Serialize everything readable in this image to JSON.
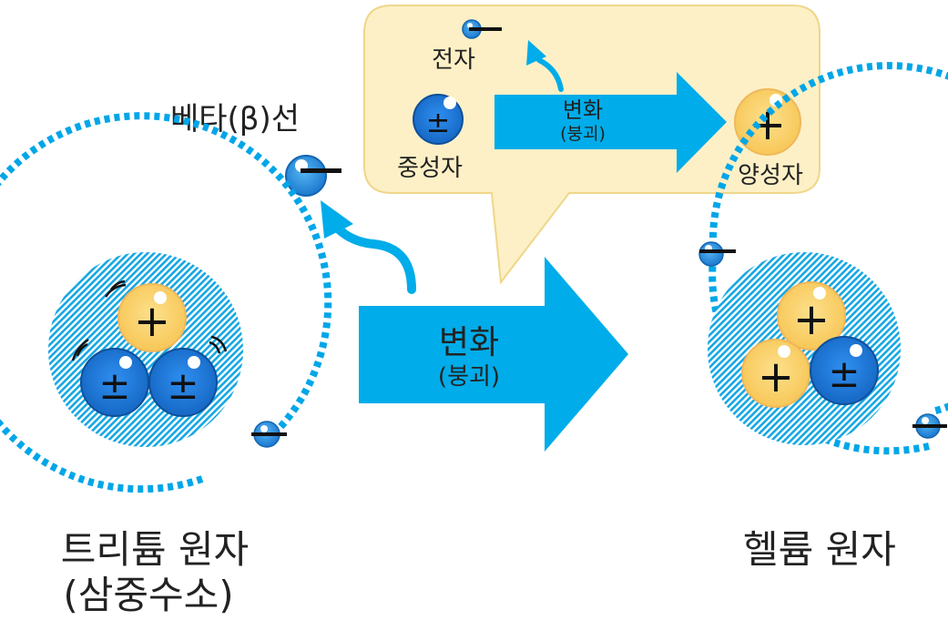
{
  "colors": {
    "arrow": "#00ace9",
    "neutron": "#1f7ee0",
    "proton": "#fad470",
    "electron": "#2b8fd8",
    "orbit": "#00a6e8",
    "callout": "#fdf0c6",
    "hatch": "#16a7e3"
  },
  "callout": {
    "electron_label": "전자",
    "neutron_label": "중성자",
    "proton_label": "양성자",
    "arrow_title": "변화",
    "arrow_sub": "(붕괴)"
  },
  "beta_label": "베타(β)선",
  "main_arrow": {
    "title": "변화",
    "sub": "(붕괴)"
  },
  "tritium": {
    "line1": "트리튬 원자",
    "line2": "(삼중수소)"
  },
  "helium": {
    "label": "헬륨 원자"
  },
  "symbols": {
    "neutron": "±",
    "proton": "+"
  }
}
